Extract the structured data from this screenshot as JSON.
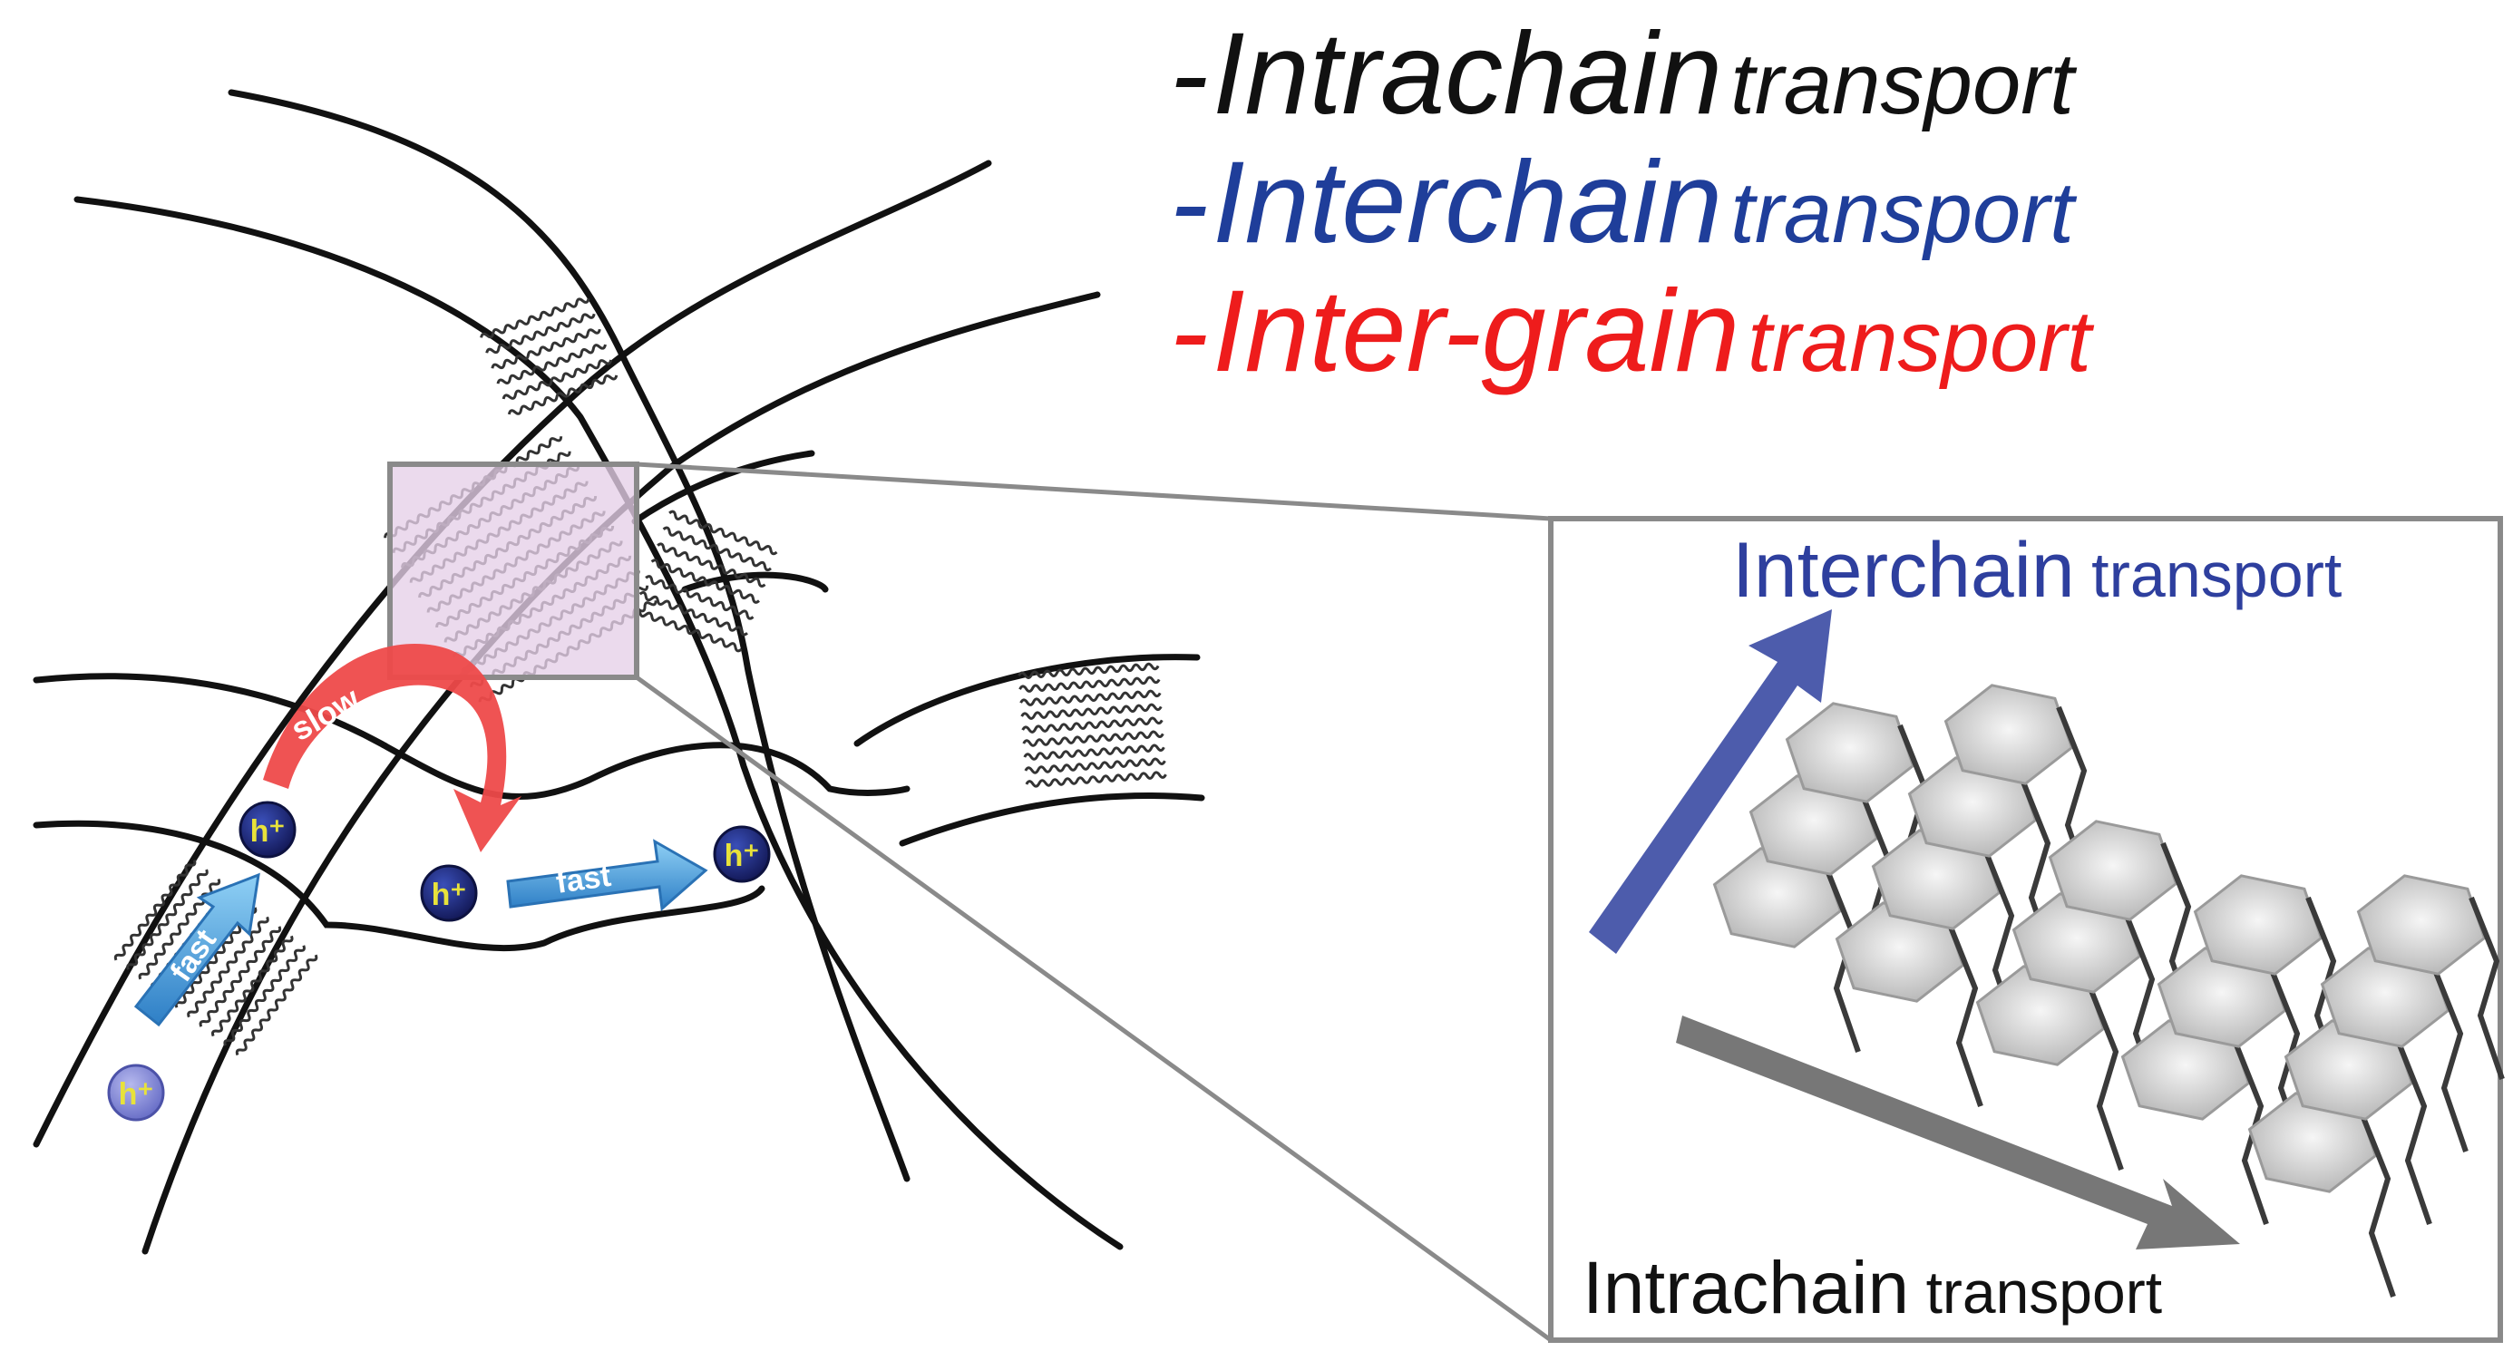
{
  "legend": {
    "intrachain": {
      "dash": "-",
      "term": "Intrachain",
      "suffix": "transport",
      "color": "#111111"
    },
    "interchain": {
      "dash": "-",
      "term": "Interchain",
      "suffix": "transport",
      "color": "#1f3e9a"
    },
    "intergrain": {
      "dash": "-",
      "term": "Inter-grain",
      "suffix": "transport",
      "color": "#ee1c1c"
    }
  },
  "network": {
    "slow_label": "slow",
    "fast_label": "fast",
    "carrier_symbol": "h⁺",
    "highlight_color": "#e6cfe8",
    "slow_arrow_color": "#ee4a4a",
    "fast_arrow_color": "#4aa8e0"
  },
  "inset": {
    "interchain_term": "Interchain",
    "interchain_suffix": "transport",
    "intrachain_term": "Intrachain",
    "intrachain_suffix": "transport",
    "interchain_color": "#2e3f9e",
    "intrachain_color": "#111111"
  }
}
